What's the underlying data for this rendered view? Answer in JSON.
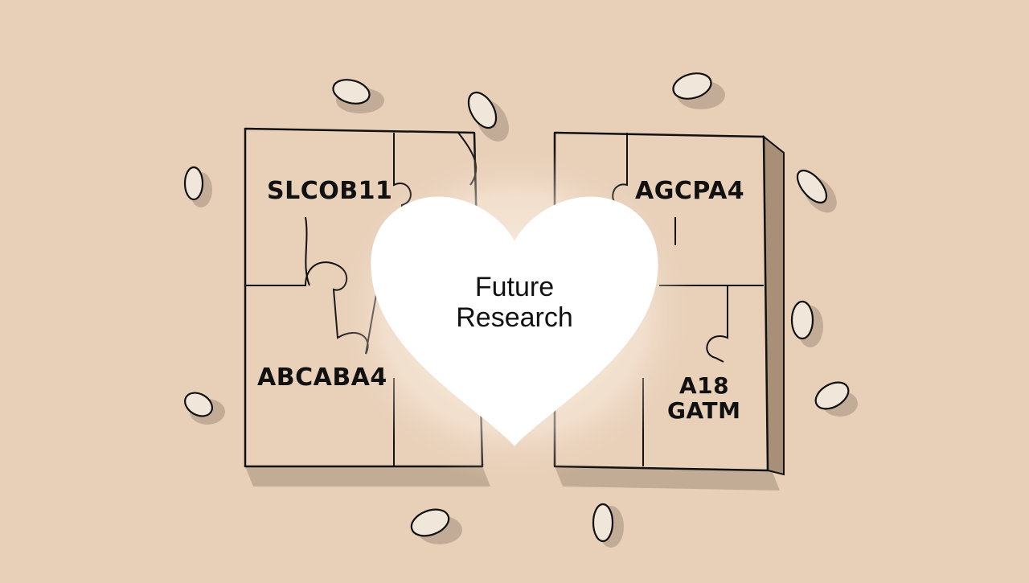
{
  "illustration": {
    "center_label_line1": "Future",
    "center_label_line2": "Research",
    "puzzle_labels": {
      "top_left": "SLCOB11",
      "top_right": "AGCPA4",
      "bottom_left": "ABCABA4",
      "bottom_right_line1": "A18",
      "bottom_right_line2": "GATM"
    },
    "colors": {
      "background": "#e8cfb8",
      "heart": "#ffffff",
      "ink": "#111111",
      "shadow": "#a89380",
      "pill": "#f1e6da"
    }
  }
}
